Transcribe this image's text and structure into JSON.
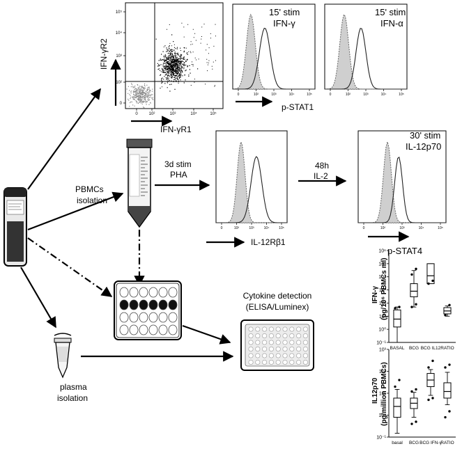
{
  "dotplot": {
    "ylabel": "IFN-γR2",
    "xlabel": "IFN-γR1",
    "y_ticks": [
      "10⁵",
      "10⁴",
      "10³",
      "10²",
      "0"
    ],
    "x_ticks": [
      "0",
      "10²",
      "10³",
      "10⁴",
      "10⁵"
    ]
  },
  "hist_ifng": {
    "line1": "15' stim",
    "line2": "IFN-γ"
  },
  "hist_ifna": {
    "line1": "15' stim",
    "line2": "IFN-α"
  },
  "pstat1_label": "p-STAT1",
  "pbmc_label_1": "PBMCs",
  "pbmc_label_2": "isolation",
  "pha_label_1": "3d stim",
  "pha_label_2": "PHA",
  "il12rb1_label": "IL-12Rβ1",
  "il2_label_1": "48h",
  "il2_label_2": "IL-2",
  "hist_il12": {
    "line1": "30' stim",
    "line2": "IL-12p70"
  },
  "pstat4_label": "p-STAT4",
  "cytokine_label_1": "Cytokine detection",
  "cytokine_label_2": "(ELISA/Luminex)",
  "plasma_label_1": "plasma",
  "plasma_label_2": "isolation",
  "hist_ticks": [
    "0",
    "10²",
    "10³",
    "10⁴",
    "10⁵"
  ],
  "chart_data": [
    {
      "type": "box",
      "ylabel_line1": "IFN-γ",
      "ylabel_line2": "(pg/10⁶ PBMCs ml)",
      "log_scale": true,
      "ylim": [
        0.1,
        1000000
      ],
      "ytick_labels": [
        "10⁻¹",
        "10⁰",
        "10¹",
        "10²",
        "10³",
        "10⁴",
        "10⁵",
        "10⁶"
      ],
      "categories": [
        "BASAL",
        "BCG",
        "BCG IL12",
        "RATIO"
      ],
      "boxes": [
        {
          "q1": 1.5,
          "median": 6,
          "q3": 30,
          "whisker_low": 0.1,
          "whisker_high": 50,
          "outliers": [
            40,
            50
          ]
        },
        {
          "q1": 300,
          "median": 800,
          "q3": 3000,
          "whisker_low": 50,
          "whisker_high": 30000,
          "outliers": [
            50,
            80,
            15000,
            40000
          ]
        },
        {
          "q1": 3000,
          "median": 12000,
          "q3": 100000,
          "whisker_low": 3000,
          "whisker_high": 100000,
          "outliers": [
            3000,
            5000
          ]
        },
        {
          "q1": 15,
          "median": 25,
          "q3": 45,
          "whisker_low": 10,
          "whisker_high": 60,
          "outliers": [
            12,
            70
          ]
        }
      ]
    },
    {
      "type": "box",
      "ylabel_line1": "IL12p70",
      "ylabel_line2": "(pg/million PBMCs)",
      "log_scale": true,
      "ylim": [
        0.1,
        1000
      ],
      "ytick_labels": [
        "10⁻¹",
        "10⁰",
        "10¹",
        "10²",
        "10³"
      ],
      "categories": [
        "basal",
        "BCG",
        "BCG IFN-γ",
        "RATIO"
      ],
      "boxes": [
        {
          "q1": 0.8,
          "median": 2.5,
          "q3": 6,
          "whisker_low": 0.15,
          "whisker_high": 15,
          "outliers": [
            20,
            40
          ]
        },
        {
          "q1": 2,
          "median": 3.5,
          "q3": 6,
          "whisker_low": 0.8,
          "whisker_high": 11,
          "outliers": [
            0.4,
            0.5,
            12,
            15
          ]
        },
        {
          "q1": 20,
          "median": 40,
          "q3": 80,
          "whisker_low": 8,
          "whisker_high": 120,
          "outliers": [
            5,
            6,
            150,
            300
          ]
        },
        {
          "q1": 6,
          "median": 12,
          "q3": 30,
          "whisker_low": 3,
          "whisker_high": 90,
          "outliers": [
            0.8,
            1.5,
            150,
            200
          ]
        }
      ]
    }
  ]
}
